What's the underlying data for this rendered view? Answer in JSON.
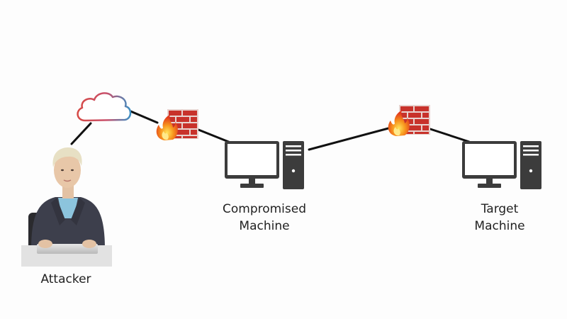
{
  "nodes": {
    "attacker": {
      "label": "Attacker",
      "icon": "attacker-person-icon"
    },
    "compromised": {
      "label_line1": "Compromised",
      "label_line2": "Machine",
      "icon": "desktop-computer-icon"
    },
    "target": {
      "label_line1": "Target",
      "label_line2": "Machine",
      "icon": "desktop-computer-icon"
    }
  },
  "devices": {
    "cloud": {
      "icon": "cloud-icon"
    },
    "firewall_1": {
      "icon": "firewall-icon"
    },
    "firewall_2": {
      "icon": "firewall-icon"
    }
  },
  "connections": [
    {
      "from": "attacker",
      "to": "cloud"
    },
    {
      "from": "cloud",
      "to": "firewall_1"
    },
    {
      "from": "firewall_1",
      "to": "compromised"
    },
    {
      "from": "compromised",
      "to": "firewall_2"
    },
    {
      "from": "firewall_2",
      "to": "target"
    }
  ],
  "colors": {
    "link": "#111111",
    "computer": "#3c3c3c",
    "brick": "#c8322b",
    "mortar": "#e8d3cf",
    "flame": "#f5801f",
    "cloud_outline_red": "#d64a46",
    "cloud_outline_blue": "#3b8fc4",
    "suit": "#3d3f4c",
    "shirt": "#8cc4dd"
  }
}
